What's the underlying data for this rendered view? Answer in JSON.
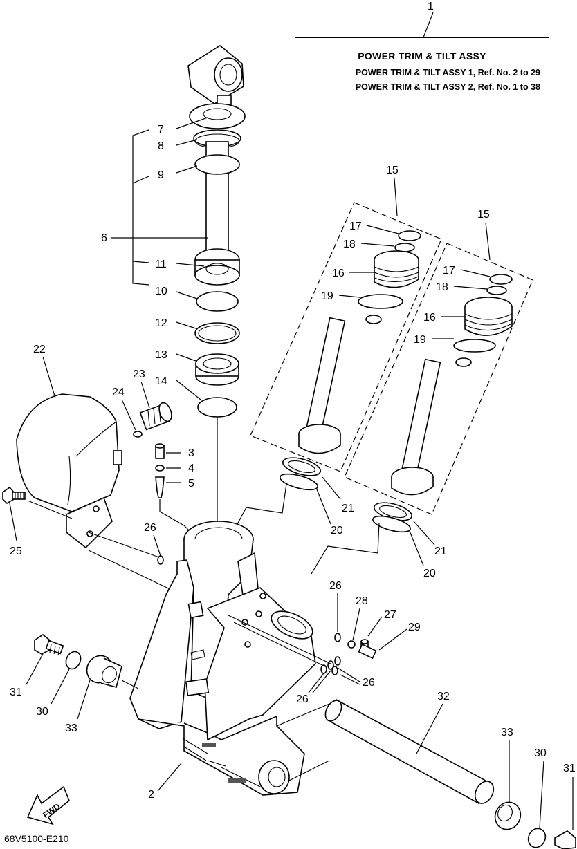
{
  "title": {
    "ref_number": "1",
    "main": "POWER TRIM  &  TILT ASSY",
    "line1": "POWER TRIM & TILT ASSY 1,  Ref. No. 2 to 29",
    "line2": "POWER TRIM & TILT ASSY 2,  Ref. No. 1 to 38"
  },
  "diagram_code": "68V5100-E210",
  "fwd_label": "FWD",
  "callouts": {
    "n2": "2",
    "n3": "3",
    "n4": "4",
    "n5": "5",
    "n6": "6",
    "n7": "7",
    "n8": "8",
    "n9": "9",
    "n10": "10",
    "n11": "11",
    "n12": "12",
    "n13": "13",
    "n14": "14",
    "n15a": "15",
    "n15b": "15",
    "n16a": "16",
    "n16b": "16",
    "n17a": "17",
    "n17b": "17",
    "n18a": "18",
    "n18b": "18",
    "n19a": "19",
    "n19b": "19",
    "n20a": "20",
    "n20b": "20",
    "n21a": "21",
    "n21b": "21",
    "n22": "22",
    "n23": "23",
    "n24": "24",
    "n25": "25",
    "n26a": "26",
    "n26b": "26",
    "n26c": "26",
    "n26d": "26",
    "n27": "27",
    "n28": "28",
    "n29": "29",
    "n30a": "30",
    "n30b": "30",
    "n31a": "31",
    "n31b": "31",
    "n32": "32",
    "n33a": "33",
    "n33b": "33"
  }
}
